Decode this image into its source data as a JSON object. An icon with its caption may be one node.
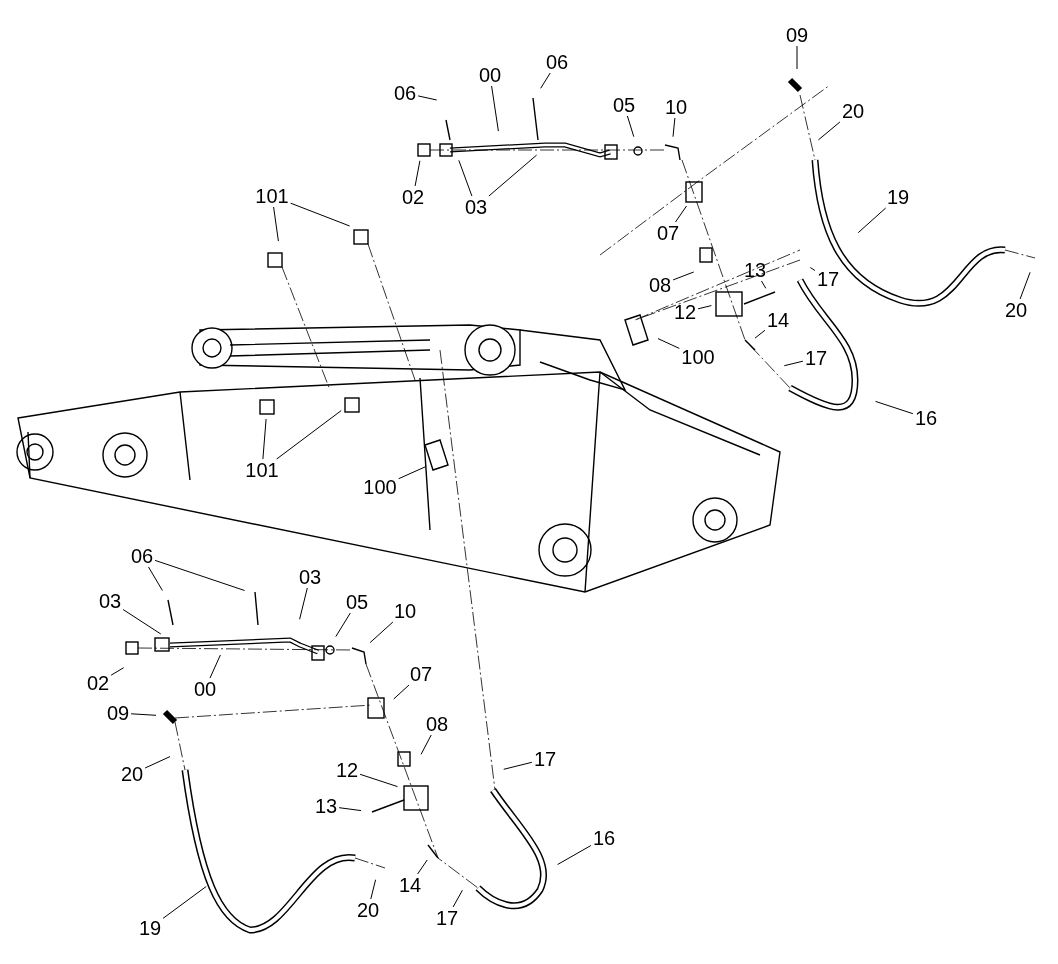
{
  "diagram": {
    "nodes": [
      {
        "text": [
          "06"
        ]
      },
      {
        "text": [
          "00"
        ]
      },
      {
        "text": [
          "06"
        ]
      },
      {
        "text": [
          "05"
        ]
      },
      {
        "text": [
          "10"
        ]
      },
      {
        "text": [
          "09"
        ]
      },
      {
        "text": [
          "20"
        ]
      },
      {
        "text": [
          "02"
        ]
      },
      {
        "text": [
          "03"
        ]
      },
      {
        "text": [
          "19"
        ]
      },
      {
        "text": [
          "07"
        ]
      },
      {
        "text": [
          "08"
        ]
      },
      {
        "text": [
          "13"
        ]
      },
      {
        "text": [
          "17"
        ]
      },
      {
        "text": [
          "12"
        ]
      },
      {
        "text": [
          "20"
        ]
      },
      {
        "text": [
          "14"
        ]
      },
      {
        "text": [
          "100"
        ]
      },
      {
        "text": [
          "17"
        ]
      },
      {
        "text": [
          "16"
        ]
      },
      {
        "text": [
          "101"
        ]
      },
      {
        "text": [
          "101"
        ]
      },
      {
        "text": [
          "100"
        ]
      },
      {
        "text": [
          "06"
        ]
      },
      {
        "text": [
          "03"
        ]
      },
      {
        "text": [
          "03"
        ]
      },
      {
        "text": [
          "05"
        ]
      },
      {
        "text": [
          "10"
        ]
      },
      {
        "text": [
          "02"
        ]
      },
      {
        "text": [
          "00"
        ]
      },
      {
        "text": [
          "07"
        ]
      },
      {
        "text": [
          "09"
        ]
      },
      {
        "text": [
          "08"
        ]
      },
      {
        "text": [
          "20"
        ]
      },
      {
        "text": [
          "12"
        ]
      },
      {
        "text": [
          "17"
        ]
      },
      {
        "text": [
          "13"
        ]
      },
      {
        "text": [
          "16"
        ]
      },
      {
        "text": [
          "14"
        ]
      },
      {
        "text": [
          "20"
        ]
      },
      {
        "text": [
          "17"
        ]
      },
      {
        "text": [
          "19"
        ]
      }
    ],
    "edges": [
      {
        "from": 0,
        "to": null,
        "arrow": "none"
      },
      {
        "from": 1,
        "to": null,
        "arrow": "none"
      },
      {
        "from": 2,
        "to": null,
        "arrow": "none"
      },
      {
        "from": 3,
        "to": null,
        "arrow": "none"
      },
      {
        "from": 4,
        "to": null,
        "arrow": "none"
      },
      {
        "from": 5,
        "to": null,
        "arrow": "none"
      },
      {
        "from": 6,
        "to": null,
        "arrow": "none"
      },
      {
        "from": 7,
        "to": null,
        "arrow": "none"
      },
      {
        "from": 8,
        "to": null,
        "arrow": "none"
      },
      {
        "from": 8,
        "to": null,
        "arrow": "none"
      },
      {
        "from": 9,
        "to": null,
        "arrow": "none"
      },
      {
        "from": 10,
        "to": null,
        "arrow": "none"
      },
      {
        "from": 11,
        "to": null,
        "arrow": "none"
      },
      {
        "from": 12,
        "to": null,
        "arrow": "none"
      },
      {
        "from": 13,
        "to": null,
        "arrow": "none"
      },
      {
        "from": 14,
        "to": null,
        "arrow": "none"
      },
      {
        "from": 15,
        "to": null,
        "arrow": "none"
      },
      {
        "from": 16,
        "to": null,
        "arrow": "none"
      },
      {
        "from": 17,
        "to": null,
        "arrow": "none"
      },
      {
        "from": 18,
        "to": null,
        "arrow": "none"
      },
      {
        "from": 19,
        "to": null,
        "arrow": "none"
      },
      {
        "from": 20,
        "to": null,
        "arrow": "none"
      },
      {
        "from": 20,
        "to": null,
        "arrow": "none"
      },
      {
        "from": 21,
        "to": null,
        "arrow": "none"
      },
      {
        "from": 21,
        "to": null,
        "arrow": "none"
      },
      {
        "from": 22,
        "to": null,
        "arrow": "none"
      },
      {
        "from": 23,
        "to": null,
        "arrow": "none"
      },
      {
        "from": 23,
        "to": null,
        "arrow": "none"
      },
      {
        "from": 24,
        "to": null,
        "arrow": "none"
      },
      {
        "from": 25,
        "to": null,
        "arrow": "none"
      },
      {
        "from": 26,
        "to": null,
        "arrow": "none"
      },
      {
        "from": 27,
        "to": null,
        "arrow": "none"
      },
      {
        "from": 28,
        "to": null,
        "arrow": "none"
      },
      {
        "from": 29,
        "to": null,
        "arrow": "none"
      },
      {
        "from": 30,
        "to": null,
        "arrow": "none"
      },
      {
        "from": 31,
        "to": null,
        "arrow": "none"
      },
      {
        "from": 32,
        "to": null,
        "arrow": "none"
      },
      {
        "from": 33,
        "to": null,
        "arrow": "none"
      },
      {
        "from": 34,
        "to": null,
        "arrow": "none"
      },
      {
        "from": 35,
        "to": null,
        "arrow": "none"
      },
      {
        "from": 36,
        "to": null,
        "arrow": "none"
      },
      {
        "from": 37,
        "to": null,
        "arrow": "none"
      },
      {
        "from": 38,
        "to": null,
        "arrow": "none"
      },
      {
        "from": 39,
        "to": null,
        "arrow": "none"
      },
      {
        "from": 40,
        "to": null,
        "arrow": "none"
      },
      {
        "from": 41,
        "to": null,
        "arrow": "none"
      }
    ]
  }
}
